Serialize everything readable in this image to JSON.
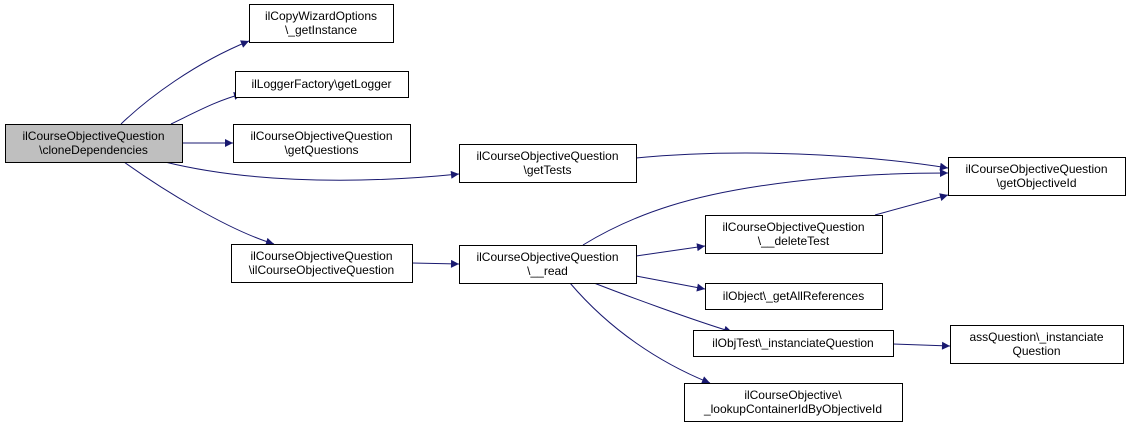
{
  "colors": {
    "edge": "#191970",
    "node_border": "#000000",
    "node_fill": "#ffffff",
    "focus_fill": "#bfbfbf",
    "text": "#000000"
  },
  "nodes": [
    {
      "id": "clone",
      "lines": [
        "ilCourseObjectiveQuestion",
        "\\cloneDependencies"
      ],
      "focus": true
    },
    {
      "id": "copywizard",
      "lines": [
        "ilCopyWizardOptions",
        "\\_getInstance"
      ]
    },
    {
      "id": "loggerfactory",
      "lines": [
        "ilLoggerFactory\\getLogger"
      ]
    },
    {
      "id": "getquestions",
      "lines": [
        "ilCourseObjectiveQuestion",
        "\\getQuestions"
      ]
    },
    {
      "id": "gettests",
      "lines": [
        "ilCourseObjectiveQuestion",
        "\\getTests"
      ]
    },
    {
      "id": "ctor",
      "lines": [
        "ilCourseObjectiveQuestion",
        "\\ilCourseObjectiveQuestion"
      ]
    },
    {
      "id": "read",
      "lines": [
        "ilCourseObjectiveQuestion",
        "\\__read"
      ]
    },
    {
      "id": "getobjectiveid",
      "lines": [
        "ilCourseObjectiveQuestion",
        "\\getObjectiveId"
      ]
    },
    {
      "id": "deletetest",
      "lines": [
        "ilCourseObjectiveQuestion",
        "\\__deleteTest"
      ]
    },
    {
      "id": "getallrefs",
      "lines": [
        "ilObject\\_getAllReferences"
      ]
    },
    {
      "id": "instq",
      "lines": [
        "ilObjTest\\_instanciateQuestion"
      ]
    },
    {
      "id": "lookup",
      "lines": [
        "ilCourseObjective\\",
        "_lookupContainerIdByObjectiveId"
      ]
    },
    {
      "id": "assq",
      "lines": [
        "assQuestion\\_instanciate",
        "Question"
      ]
    }
  ],
  "edges": [
    {
      "from": "clone",
      "to": "copywizard"
    },
    {
      "from": "clone",
      "to": "loggerfactory"
    },
    {
      "from": "clone",
      "to": "getquestions"
    },
    {
      "from": "clone",
      "to": "gettests"
    },
    {
      "from": "clone",
      "to": "ctor"
    },
    {
      "from": "gettests",
      "to": "getobjectiveid"
    },
    {
      "from": "ctor",
      "to": "read"
    },
    {
      "from": "read",
      "to": "getobjectiveid"
    },
    {
      "from": "read",
      "to": "deletetest"
    },
    {
      "from": "read",
      "to": "getallrefs"
    },
    {
      "from": "read",
      "to": "instq"
    },
    {
      "from": "read",
      "to": "lookup"
    },
    {
      "from": "deletetest",
      "to": "getobjectiveid"
    },
    {
      "from": "instq",
      "to": "assq"
    }
  ]
}
